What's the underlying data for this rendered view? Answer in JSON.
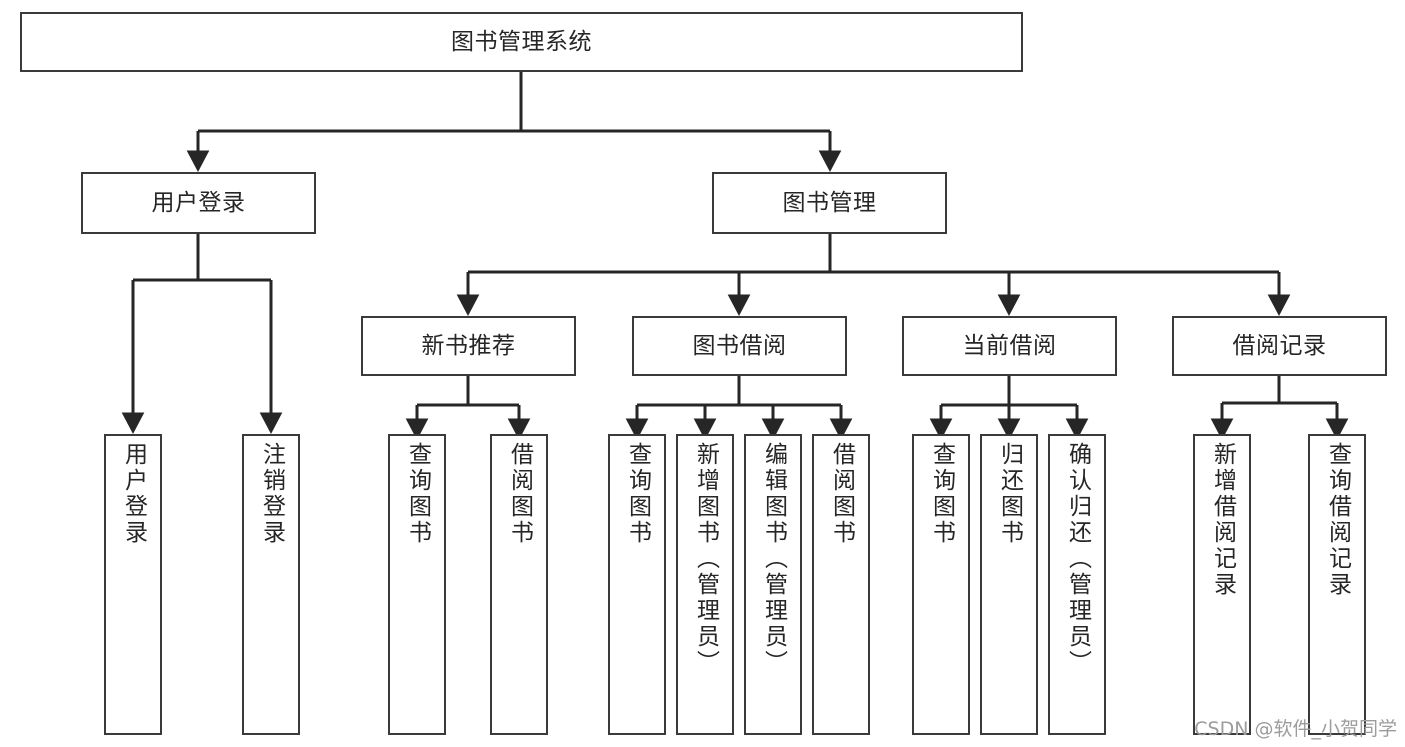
{
  "diagram": {
    "title": "图书管理系统",
    "type": "tree",
    "watermark": "CSDN @软件_小贺同学",
    "colors": {
      "box_border": "#3a3a3a",
      "box_fill": "#ffffff",
      "edge": "#262626",
      "text": "#262626",
      "watermark": "#9c9c9c",
      "background": "#ffffff"
    },
    "nodes": {
      "root": {
        "label": "图书管理系统"
      },
      "level2": [
        {
          "label": "用户登录"
        },
        {
          "label": "图书管理"
        }
      ],
      "level3": [
        {
          "label": "新书推荐"
        },
        {
          "label": "图书借阅"
        },
        {
          "label": "当前借阅"
        },
        {
          "label": "借阅记录"
        }
      ],
      "leaves": {
        "user_login": [
          {
            "label": "用户登录"
          },
          {
            "label": "注销登录"
          }
        ],
        "new_book_recommend": [
          {
            "label": "查询图书"
          },
          {
            "label": "借阅图书"
          }
        ],
        "book_borrow": [
          {
            "label": "查询图书"
          },
          {
            "label": "新增图书（管理员）"
          },
          {
            "label": "编辑图书（管理员）"
          },
          {
            "label": "借阅图书"
          }
        ],
        "current_borrow": [
          {
            "label": "查询图书"
          },
          {
            "label": "归还图书"
          },
          {
            "label": "确认归还（管理员）"
          }
        ],
        "borrow_record": [
          {
            "label": "新增借阅记录"
          },
          {
            "label": "查询借阅记录"
          }
        ]
      }
    }
  }
}
